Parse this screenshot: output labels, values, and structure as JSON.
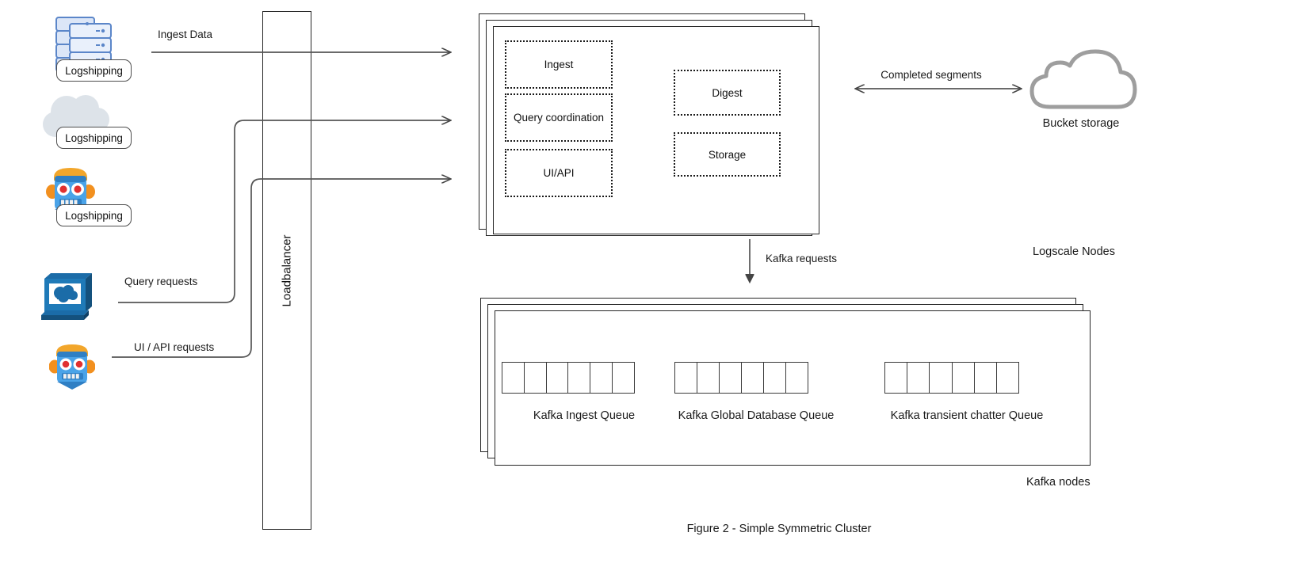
{
  "figure": {
    "caption": "Figure 2 - Simple Symmetric Cluster"
  },
  "sources": [
    {
      "name": "server-stack",
      "icon": "server-stack-icon",
      "label": "Logshipping"
    },
    {
      "name": "cloud",
      "icon": "cloud-icon",
      "label": "Logshipping"
    },
    {
      "name": "robot",
      "icon": "robot-icon",
      "label": "Logshipping"
    },
    {
      "name": "workstation",
      "icon": "workstation-icon",
      "label": ""
    },
    {
      "name": "robot2",
      "icon": "robot-icon",
      "label": ""
    }
  ],
  "loadbalancer": {
    "label": "Loadbalancer"
  },
  "flows": [
    {
      "id": "ingest",
      "label": "Ingest Data"
    },
    {
      "id": "query",
      "label": "Query requests"
    },
    {
      "id": "uiapi",
      "label": "UI / API requests"
    },
    {
      "id": "segments",
      "label": "Completed segments"
    },
    {
      "id": "kafka",
      "label": "Kafka requests"
    }
  ],
  "logscale": {
    "group_label": "Logscale Nodes",
    "stack_count": 3,
    "left_components": [
      {
        "label": "Ingest"
      },
      {
        "label": "Query coordination"
      },
      {
        "label": "UI/API"
      }
    ],
    "right_components": [
      {
        "label": "Digest"
      },
      {
        "label": "Storage"
      }
    ]
  },
  "bucket": {
    "label": "Bucket storage",
    "icon": "cloud-outline-icon"
  },
  "kafka": {
    "group_label": "Kafka nodes",
    "stack_count": 3,
    "queues": [
      {
        "label": "Kafka Ingest Queue",
        "cells": 6
      },
      {
        "label": "Kafka Global Database Queue",
        "cells": 6
      },
      {
        "label": "Kafka transient chatter Queue",
        "cells": 6
      }
    ]
  },
  "colors": {
    "stroke": "#262626",
    "line": "#555555",
    "cloud_gray": "#9e9e9e",
    "icon_blue": "#1b6ca8",
    "robot_blue": "#4aa3e8"
  }
}
